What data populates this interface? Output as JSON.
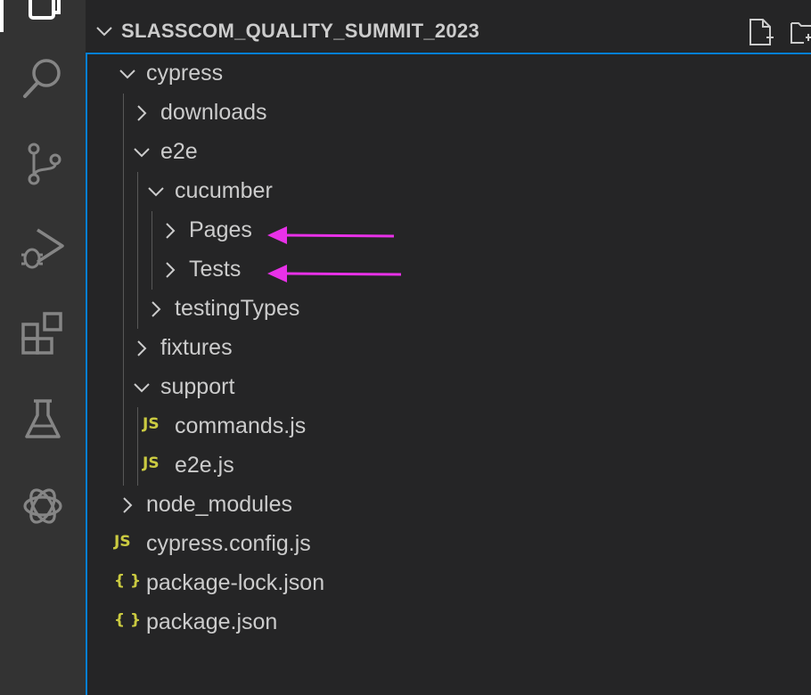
{
  "explorer": {
    "title": "SLASSCOM_QUALITY_SUMMIT_2023"
  },
  "activity_bar": {
    "icons": [
      "explorer-icon",
      "search-icon",
      "source-control-icon",
      "run-debug-icon",
      "extensions-icon",
      "testing-icon",
      "chatgpt-icon"
    ]
  },
  "header_actions": [
    "new-file-icon",
    "new-folder-icon"
  ],
  "tree": [
    {
      "label": "cypress",
      "type": "folder",
      "expanded": true,
      "depth": 0
    },
    {
      "label": "downloads",
      "type": "folder",
      "expanded": false,
      "depth": 1
    },
    {
      "label": "e2e",
      "type": "folder",
      "expanded": true,
      "depth": 1
    },
    {
      "label": "cucumber",
      "type": "folder",
      "expanded": true,
      "depth": 2
    },
    {
      "label": "Pages",
      "type": "folder",
      "expanded": false,
      "depth": 3
    },
    {
      "label": "Tests",
      "type": "folder",
      "expanded": false,
      "depth": 3
    },
    {
      "label": "testingTypes",
      "type": "folder",
      "expanded": false,
      "depth": 2
    },
    {
      "label": "fixtures",
      "type": "folder",
      "expanded": false,
      "depth": 1
    },
    {
      "label": "support",
      "type": "folder",
      "expanded": true,
      "depth": 1
    },
    {
      "label": "commands.js",
      "type": "js",
      "depth": 2
    },
    {
      "label": "e2e.js",
      "type": "js",
      "depth": 2
    },
    {
      "label": "node_modules",
      "type": "folder",
      "expanded": false,
      "depth": 0
    },
    {
      "label": "cypress.config.js",
      "type": "js",
      "depth": 0
    },
    {
      "label": "package-lock.json",
      "type": "json",
      "depth": 0
    },
    {
      "label": "package.json",
      "type": "json",
      "depth": 0
    }
  ],
  "file_badges": {
    "js": "JS",
    "json": "{ }"
  },
  "colors": {
    "arrow": "#e831e8",
    "accent": "#007fd4",
    "js_badge": "#cbcb41"
  }
}
